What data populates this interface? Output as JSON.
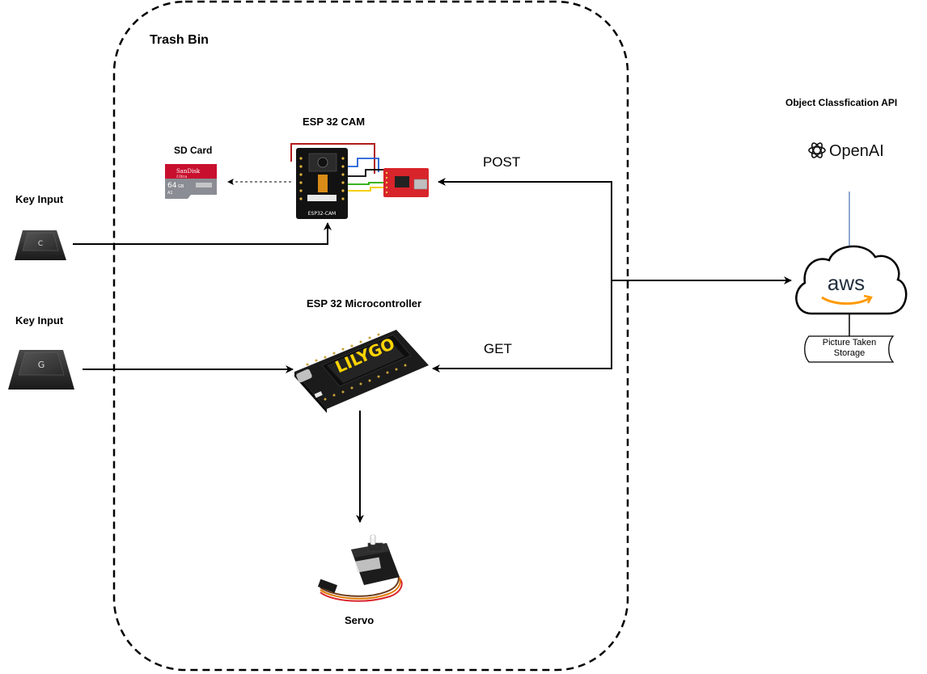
{
  "diagram": {
    "container_title": "Trash Bin",
    "esp32_cam_title": "ESP 32 CAM",
    "esp32_cam_board_text": "ESP32-CAM",
    "sd_card_title": "SD Card",
    "sd_card_brand": "SanDisk",
    "sd_card_line": "Ultra",
    "sd_card_capacity": "64",
    "sd_card_unit": "GB",
    "sd_card_class": "A1",
    "key_input_1": "Key Input",
    "key_input_2": "Key Input",
    "key_1_letter": "C",
    "key_2_letter": "G",
    "esp32_micro_title": "ESP 32 Microcontroller",
    "lilygo_text": "LILYGO",
    "servo_title": "Servo",
    "post_label": "POST",
    "get_label": "GET",
    "api_title": "Object Classfication API",
    "openai_text": "OpenAI",
    "aws_text": "aws",
    "storage_label": "Picture Taken Storage"
  },
  "colors": {
    "line": "#000000",
    "connector": "#6c8ebf",
    "wire_red": "#b31b1b",
    "wire_green": "#1faa00",
    "wire_yellow": "#f5d000",
    "wire_blue": "#1f5fd6",
    "ftdi_red": "#d8242b",
    "sd_red": "#c8102e"
  }
}
